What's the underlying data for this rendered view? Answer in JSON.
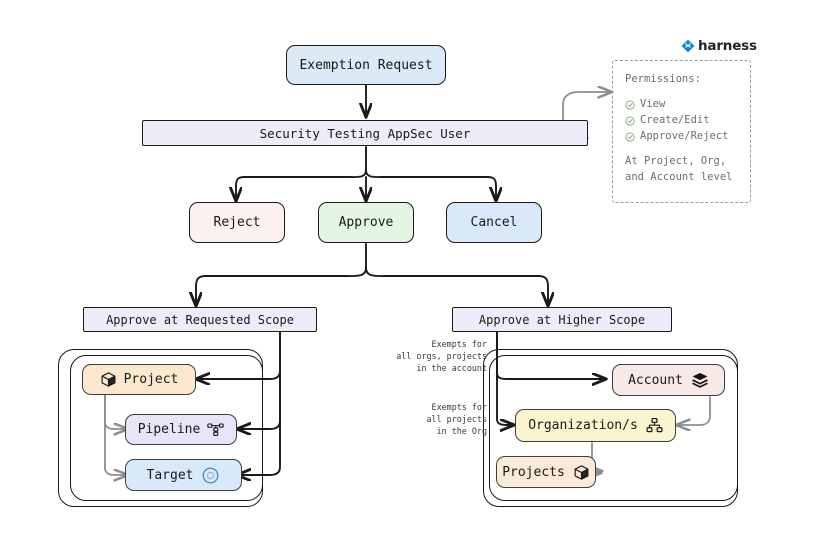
{
  "brand": {
    "name": "harness",
    "logo_icon": "harness-diamond-icon",
    "color": "#0a85d9"
  },
  "flow": {
    "start": {
      "label": "Exemption Request",
      "color": "#dce9f6"
    },
    "actor": {
      "label": "Security Testing AppSec User",
      "color": "#ededfa"
    },
    "decisions": [
      {
        "name": "reject",
        "label": "Reject",
        "color": "#fdf0f1"
      },
      {
        "name": "approve",
        "label": "Approve",
        "color": "#e4f5e3"
      },
      {
        "name": "cancel",
        "label": "Cancel",
        "color": "#d9e9f9"
      }
    ],
    "scopes": [
      {
        "name": "requested-scope",
        "label": "Approve at Requested Scope",
        "color": "#ededfa"
      },
      {
        "name": "higher-scope",
        "label": "Approve at Higher Scope",
        "color": "#ededfa"
      }
    ]
  },
  "requested_scope_group": {
    "nodes": [
      {
        "name": "project",
        "label": "Project",
        "icon": "cube-icon",
        "color": "#fbe8ce",
        "icon_side": "left"
      },
      {
        "name": "pipeline",
        "label": "Pipeline",
        "icon": "pipeline-nodes-icon",
        "color": "#e9e4f7",
        "icon_side": "right"
      },
      {
        "name": "target",
        "label": "Target",
        "icon": "target-circle-icon",
        "color": "#d9e9f9",
        "icon_side": "right"
      }
    ]
  },
  "higher_scope_group": {
    "nodes": [
      {
        "name": "account",
        "label": "Account",
        "icon": "layers-stack-icon",
        "color": "#f6e9e6",
        "icon_side": "right"
      },
      {
        "name": "organizations",
        "label": "Organization/s",
        "icon": "org-chart-icon",
        "color": "#fbf5cf",
        "icon_side": "right"
      },
      {
        "name": "projects",
        "label": "Projects",
        "icon": "cube-icon",
        "color": "#fbeada",
        "icon_side": "right"
      }
    ],
    "edge_labels": [
      {
        "name": "exempts-account",
        "text": "Exempts for\nall orgs, projects\nin the account"
      },
      {
        "name": "exempts-org",
        "text": "Exempts for\nall projects\nin the Org"
      }
    ]
  },
  "permissions": {
    "title": "Permissions:",
    "items": [
      "View",
      "Create/Edit",
      "Approve/Reject"
    ],
    "footer_line1": "At Project, Org,",
    "footer_line2": "and Account level",
    "check_icon": "check-circle-icon",
    "check_color": "#6f9e6f"
  }
}
